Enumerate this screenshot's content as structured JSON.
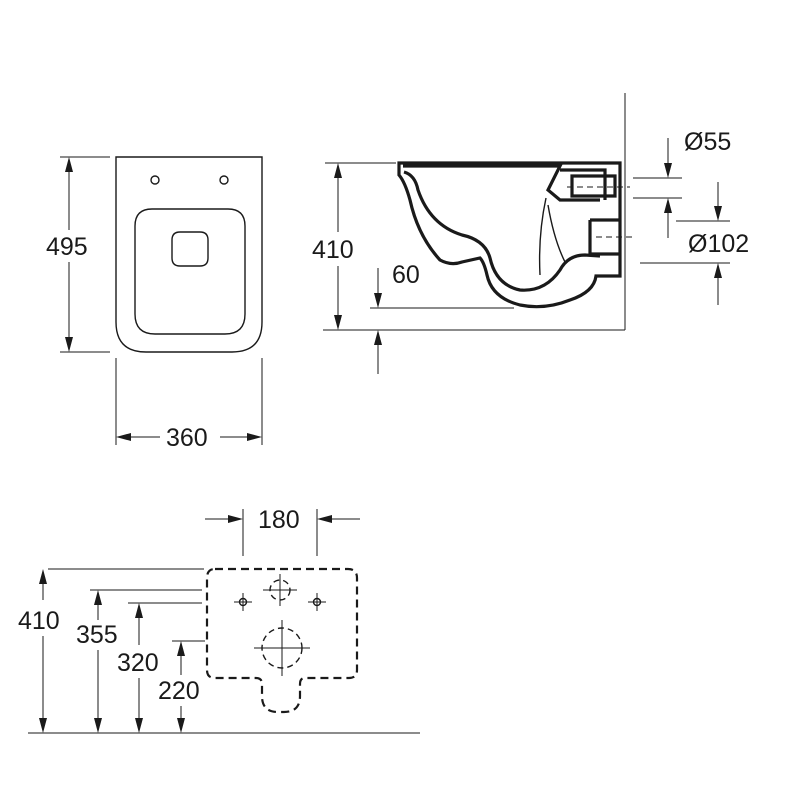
{
  "top_view": {
    "length_label": "495",
    "width_label": "360"
  },
  "side_view": {
    "height_label": "410",
    "clearance_label": "60",
    "inlet_diameter_label": "Ø55",
    "outlet_diameter_label": "Ø102"
  },
  "back_view": {
    "hole_spacing_label": "180",
    "height_label": "410",
    "upper_holes_label": "355",
    "lower_holes_label": "320",
    "outlet_center_label": "220"
  },
  "colors": {
    "line": "#1a1a1a",
    "background": "#ffffff"
  }
}
